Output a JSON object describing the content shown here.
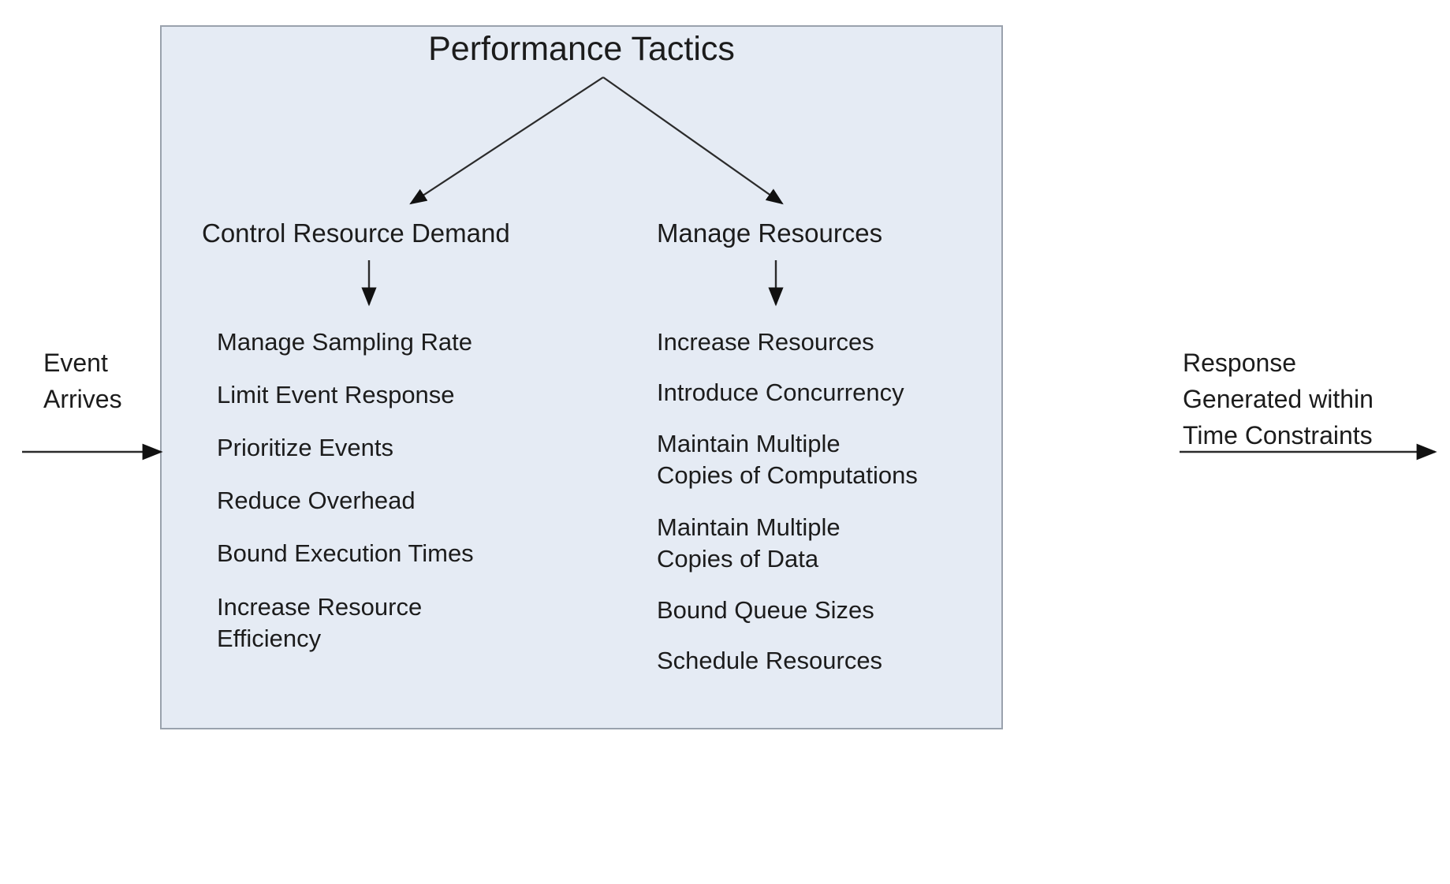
{
  "diagram": {
    "title": "Performance Tactics",
    "box_fill": "#e5ebf4",
    "box_border": "#9aa2ad",
    "text_color": "#1c1c1c",
    "input": {
      "line1": "Event",
      "line2": "Arrives",
      "combined": "Event\nArrives"
    },
    "output": {
      "line1": "Response",
      "line2": "Generated within",
      "line3": "Time Constraints",
      "combined": "Response\nGenerated within\nTime Constraints"
    },
    "categories": [
      {
        "id": "control-resource-demand",
        "header": "Control Resource Demand",
        "tactics": [
          "Manage Sampling Rate",
          "Limit Event Response",
          "Prioritize Events",
          "Reduce Overhead",
          "Bound Execution Times",
          "Increase Resource\nEfficiency"
        ]
      },
      {
        "id": "manage-resources",
        "header": "Manage Resources",
        "tactics": [
          "Increase Resources",
          "Introduce Concurrency",
          "Maintain Multiple\nCopies of Computations",
          "Maintain Multiple\nCopies of Data",
          "Bound Queue Sizes",
          "Schedule Resources"
        ]
      }
    ]
  }
}
